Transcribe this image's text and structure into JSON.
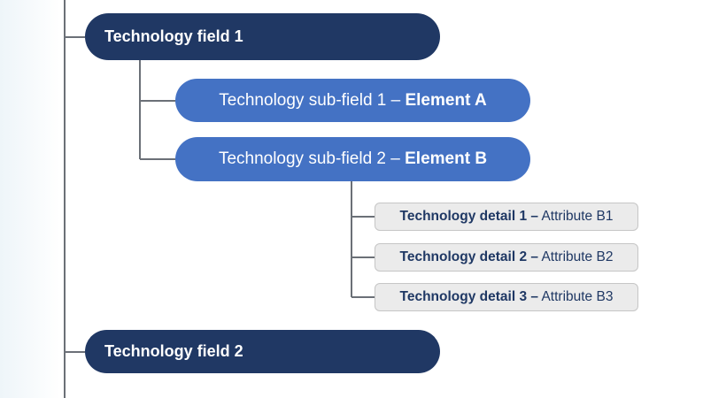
{
  "diagram_type": "hierarchy-tree",
  "colors": {
    "field_pill": "#203864",
    "subfield_pill": "#4472c4",
    "pill_text": "#ffffff",
    "detail_fill": "#ebebeb",
    "detail_border": "#c6c6c6",
    "detail_text": "#1f3864",
    "connector": "#6b7077",
    "left_margin_tint": "#eef5f9"
  },
  "nodes": {
    "fields": [
      {
        "label": "Technology field 1"
      },
      {
        "label": "Technology field 2"
      }
    ],
    "subfields": [
      {
        "prefix": "Technology sub-field 1 – ",
        "emphasis": "Element A"
      },
      {
        "prefix": "Technology sub-field 2 – ",
        "emphasis": "Element B"
      }
    ],
    "details": [
      {
        "emphasis": "Technology detail 1 –",
        "suffix": " Attribute B1"
      },
      {
        "emphasis": "Technology detail 2 –",
        "suffix": " Attribute B2"
      },
      {
        "emphasis": "Technology detail 3 –",
        "suffix": " Attribute B3"
      }
    ]
  }
}
